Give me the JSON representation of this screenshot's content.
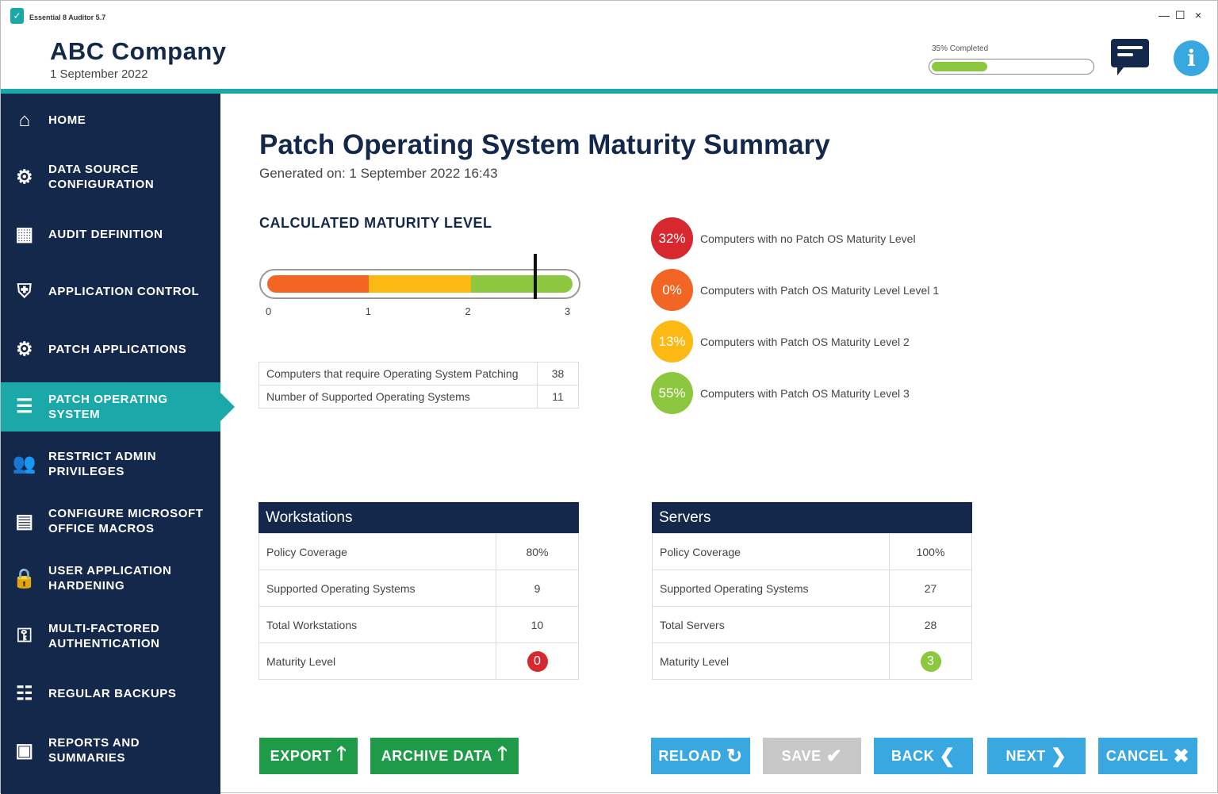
{
  "app": {
    "name": "Essential 8 Auditor 5.7",
    "company": "ABC Company",
    "date": "1 September 2022",
    "progress_label": "35% Completed",
    "progress": 35
  },
  "window": {
    "minimize": "—",
    "maximize": "☐",
    "close": "×"
  },
  "nav": [
    {
      "label": "HOME",
      "icon": "⌂",
      "name": "home"
    },
    {
      "label": "DATA SOURCE CONFIGURATION",
      "icon": "⚙",
      "name": "data-source-configuration"
    },
    {
      "label": "AUDIT DEFINITION",
      "icon": "▦",
      "name": "audit-definition"
    },
    {
      "label": "APPLICATION CONTROL",
      "icon": "⛨",
      "name": "application-control"
    },
    {
      "label": "PATCH APPLICATIONS",
      "icon": "⚙",
      "name": "patch-applications"
    },
    {
      "label": "PATCH OPERATING SYSTEM",
      "icon": "☰",
      "name": "patch-operating-system",
      "active": true
    },
    {
      "label": "RESTRICT ADMIN PRIVILEGES",
      "icon": "👥",
      "name": "restrict-admin-privileges"
    },
    {
      "label": "CONFIGURE MICROSOFT OFFICE MACROS",
      "icon": "▤",
      "name": "configure-office-macros"
    },
    {
      "label": "USER APPLICATION HARDENING",
      "icon": "🔒",
      "name": "user-application-hardening"
    },
    {
      "label": "MULTI-FACTORED AUTHENTICATION",
      "icon": "⚿",
      "name": "multi-factored-authentication"
    },
    {
      "label": "REGULAR BACKUPS",
      "icon": "☷",
      "name": "regular-backups"
    },
    {
      "label": "REPORTS AND SUMMARIES",
      "icon": "▣",
      "name": "reports-and-summaries"
    }
  ],
  "main": {
    "title": "Patch Operating System Maturity Summary",
    "generated": "Generated on: 1 September 2022  16:43",
    "maturity_heading": "CALCULATED MATURITY LEVEL",
    "gauge": {
      "value": 2.67,
      "min": 0,
      "max": 3,
      "ticks": [
        "0",
        "1",
        "2",
        "3"
      ],
      "colors": [
        "#f26522",
        "#fdb913",
        "#8dc63f"
      ]
    },
    "stats": [
      {
        "label": "Computers that require Operating System Patching",
        "value": "38"
      },
      {
        "label": "Number of Supported Operating Systems",
        "value": "11"
      }
    ],
    "legend": [
      {
        "pct": "32%",
        "label": "Computers with no Patch OS Maturity Level",
        "color": "#d7282f"
      },
      {
        "pct": "0%",
        "label": "Computers with Patch OS Maturity Level Level 1",
        "color": "#f26522"
      },
      {
        "pct": "13%",
        "label": "Computers with Patch OS Maturity Level 2",
        "color": "#fdb913"
      },
      {
        "pct": "55%",
        "label": "Computers with Patch OS Maturity Level 3",
        "color": "#8dc63f"
      }
    ],
    "workstations": {
      "title": "Workstations",
      "rows": [
        {
          "label": "Policy Coverage",
          "value": "80%"
        },
        {
          "label": "Supported Operating Systems",
          "value": "9"
        },
        {
          "label": "Total Workstations",
          "value": "10"
        },
        {
          "label": "Maturity Level",
          "value": "0"
        }
      ],
      "badge_color": "#d7282f"
    },
    "servers": {
      "title": "Servers",
      "rows": [
        {
          "label": "Policy Coverage",
          "value": "100%"
        },
        {
          "label": "Supported Operating Systems",
          "value": "27"
        },
        {
          "label": "Total Servers",
          "value": "28"
        },
        {
          "label": "Maturity Level",
          "value": "3"
        }
      ],
      "badge_color": "#8dc63f"
    }
  },
  "buttons": {
    "export": "EXPORT",
    "archive": "ARCHIVE DATA",
    "reload": "RELOAD",
    "save": "SAVE",
    "back": "BACK",
    "next": "NEXT",
    "cancel": "CANCEL"
  }
}
